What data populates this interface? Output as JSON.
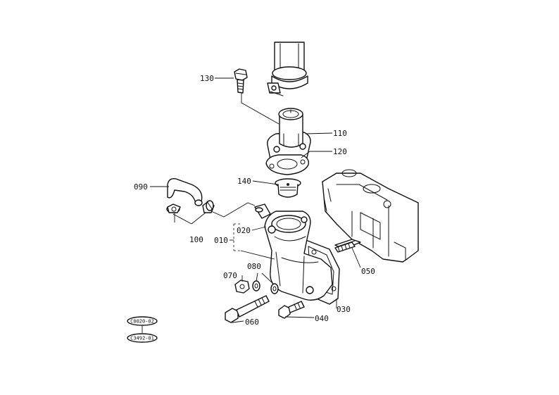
{
  "callouts": {
    "p130": "130",
    "p110": "110",
    "p120": "120",
    "p140": "140",
    "p090": "090",
    "p100": "100",
    "p020": "020",
    "p010": "010",
    "p050": "050",
    "p080": "080",
    "p070": "070",
    "p030": "030",
    "p040": "040",
    "p060": "060"
  },
  "codes": {
    "c1": "C0020-02",
    "c2": "C3492-01"
  }
}
